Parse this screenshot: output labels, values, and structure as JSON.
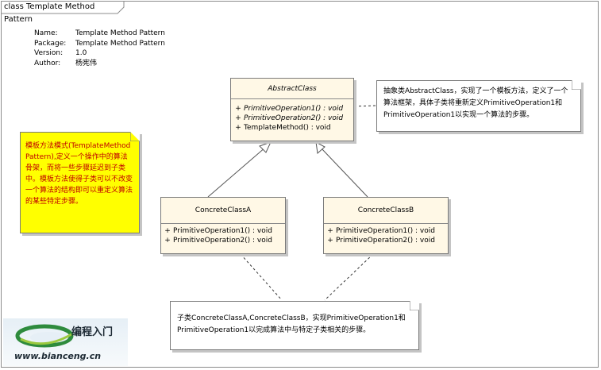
{
  "frame": {
    "title": "class Template Method Pattern"
  },
  "meta": [
    {
      "key": "Name:",
      "value": "Template Method Pattern"
    },
    {
      "key": "Package:",
      "value": "Template Method Pattern"
    },
    {
      "key": "Version:",
      "value": "1.0"
    },
    {
      "key": "Author:",
      "value": "杨宪伟"
    }
  ],
  "abstract_class": {
    "name": "AbstractClass",
    "operations": [
      {
        "vis": "+",
        "sig": "PrimitiveOperation1() : void",
        "italic": true
      },
      {
        "vis": "+",
        "sig": "PrimitiveOperation2() : void",
        "italic": true
      },
      {
        "vis": "+",
        "sig": "TemplateMethod() : void",
        "italic": false
      }
    ]
  },
  "concrete_a": {
    "name": "ConcreteClassA",
    "operations": [
      {
        "vis": "+",
        "sig": "PrimitiveOperation1() : void"
      },
      {
        "vis": "+",
        "sig": "PrimitiveOperation2() : void"
      }
    ]
  },
  "concrete_b": {
    "name": "ConcreteClassB",
    "operations": [
      {
        "vis": "+",
        "sig": "PrimitiveOperation1() : void"
      },
      {
        "vis": "+",
        "sig": "PrimitiveOperation2() : void"
      }
    ]
  },
  "notes": {
    "abstract_note": "抽象类AbstractClass，实现了一个模板方法，定义了一个算法框架，具体子类将重新定义PrimitiveOperation1和PrimitiveOperation1以实现一个算法的步骤。",
    "concrete_note": "子类ConcreteClassA,ConcreteClassB，实现PrimitiveOperation1和PrimitiveOperation1以完成算法中与特定子类相关的步骤。",
    "pattern_note": "模板方法模式(TemplateMethod Pattern),定义一个操作中的算法骨架，而将一些步骤延迟到子类中。模板方法使得子类可以不改变一个算法的结构即可以重定义算法的某些特定步骤。"
  },
  "colors": {
    "class_fill": "#fff8e6",
    "pattern_note_fill": "#ffff00",
    "pattern_note_text": "#c00000"
  },
  "logo": {
    "title": "编程入门",
    "url": "www.bianceng.cn"
  }
}
